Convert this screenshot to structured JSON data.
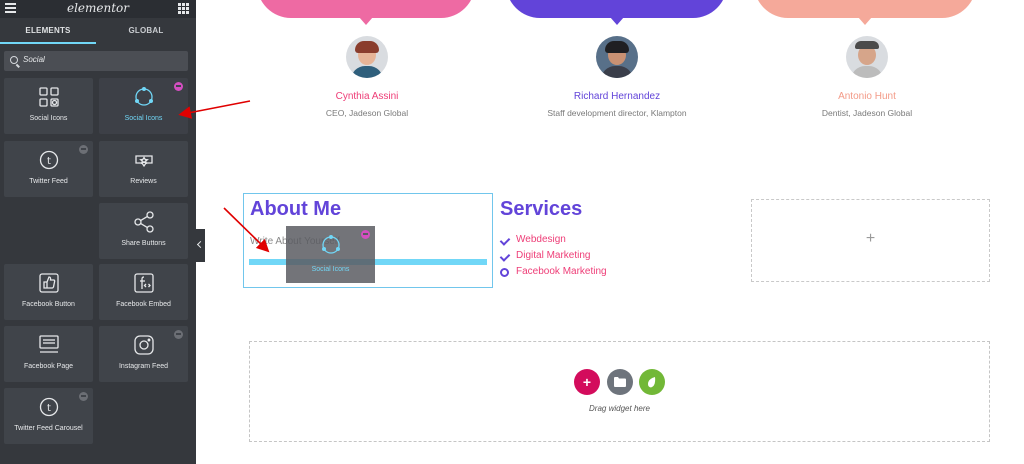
{
  "sidebar": {
    "brand": "elementor",
    "tabs": {
      "elements": "ELEMENTS",
      "global": "GLOBAL"
    },
    "search": {
      "value": "Social"
    },
    "widgets": [
      {
        "label": "Social Icons"
      },
      {
        "label": "Social Icons",
        "pro": true
      },
      {
        "label": "Twitter Feed",
        "pro": true
      },
      {
        "label": "Reviews"
      },
      {
        "label": "Share Buttons"
      },
      {
        "label": "Facebook Button"
      },
      {
        "label": "Facebook Embed"
      },
      {
        "label": "Facebook Page"
      },
      {
        "label": "Instagram Feed",
        "pro": true
      },
      {
        "label": "Twitter Feed Carousel",
        "pro": true
      }
    ]
  },
  "testimonials": [
    {
      "name": "Cynthia Assini",
      "role": "CEO, Jadeson Global",
      "color": "#ee6aa3"
    },
    {
      "name": "Richard Hernandez",
      "role": "Staff development director, Klampton",
      "color": "#6244d9"
    },
    {
      "name": "Antonio Hunt",
      "role": "Dentist, Jadeson Global",
      "color": "#f5a99a"
    }
  ],
  "about": {
    "title": "About Me",
    "subtitle": "Write About Yourself"
  },
  "drag_ghost": {
    "label": "Social Icons"
  },
  "services": {
    "title": "Services",
    "items": [
      "Webdesign",
      "Digital Marketing",
      "Facebook Marketing"
    ]
  },
  "empty_column": {
    "plus": "+"
  },
  "drop_area": {
    "text": "Drag widget here",
    "add": "+"
  },
  "colors": {
    "accent": "#6244d9",
    "pink": "#ee3d77",
    "sidebar": "#35383d",
    "highlight": "#71d7f7"
  }
}
